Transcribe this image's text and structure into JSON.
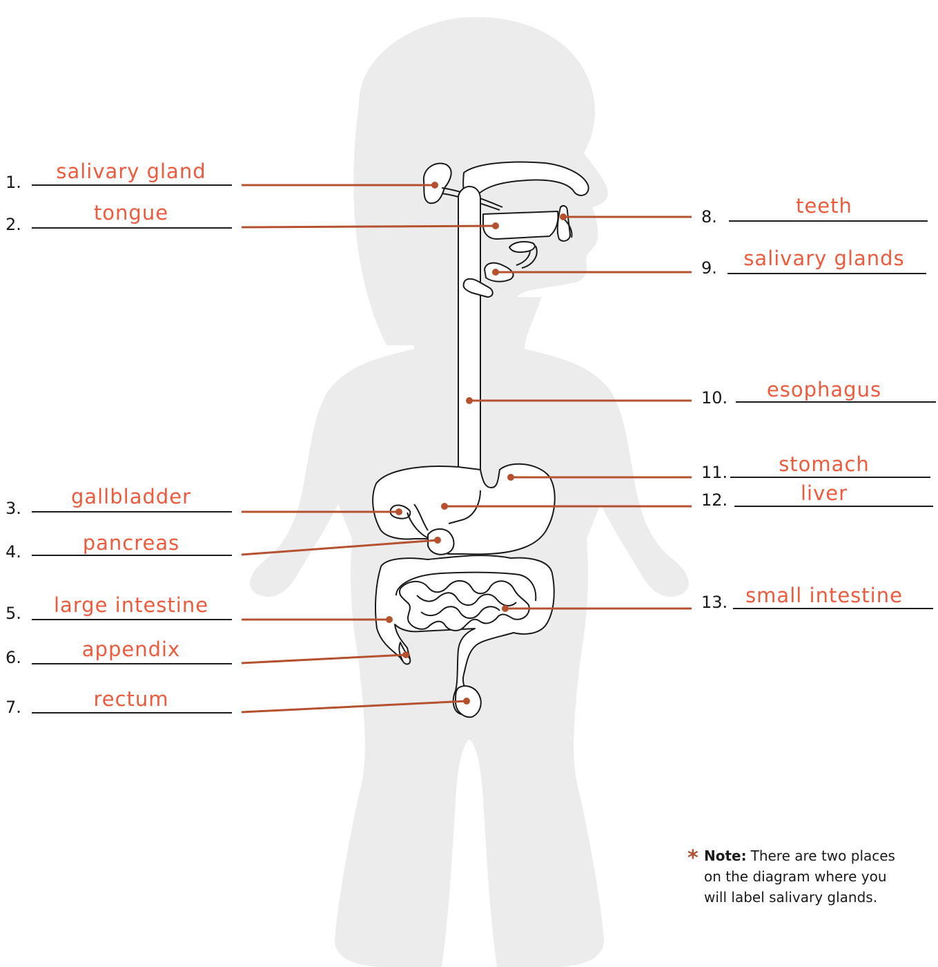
{
  "labels": [
    {
      "number": "1.",
      "answer": "salivary gland"
    },
    {
      "number": "2.",
      "answer": "tongue"
    },
    {
      "number": "3.",
      "answer": "gallbladder"
    },
    {
      "number": "4.",
      "answer": "pancreas"
    },
    {
      "number": "5.",
      "answer": "large intestine"
    },
    {
      "number": "6.",
      "answer": "appendix"
    },
    {
      "number": "7.",
      "answer": "rectum"
    },
    {
      "number": "8.",
      "answer": "teeth"
    },
    {
      "number": "9.",
      "answer": "salivary glands"
    },
    {
      "number": "10.",
      "answer": "esophagus"
    },
    {
      "number": "11.",
      "answer": "stomach"
    },
    {
      "number": "12.",
      "answer": "liver"
    },
    {
      "number": "13.",
      "answer": "small intestine"
    }
  ],
  "note": {
    "star": "*",
    "bold": "Note:",
    "line1": "There are two places",
    "line2": "on the diagram where you",
    "line3": "will label salivary glands."
  },
  "colors": {
    "answer_text": "#ef5a3c",
    "leader_line": "#b5512f",
    "silhouette": "#ececec"
  }
}
